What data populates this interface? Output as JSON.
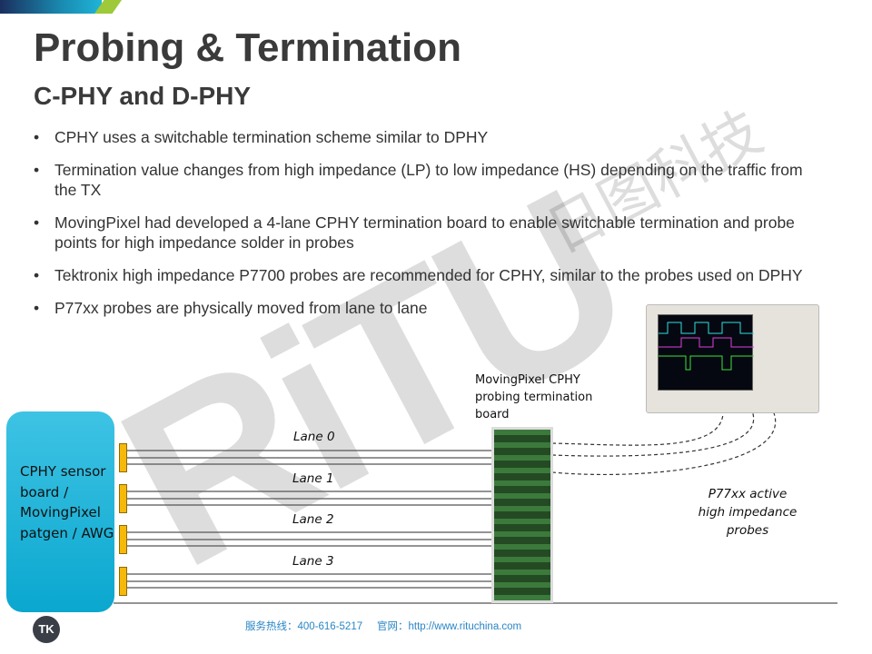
{
  "slide": {
    "title": "Probing & Termination",
    "subtitle": "C-PHY and D-PHY",
    "bullets": [
      "CPHY uses a switchable termination scheme similar to DPHY",
      "Termination value changes from high impedance (LP) to low impedance (HS) depending on the traffic from the TX",
      "MovingPixel had developed a 4-lane CPHY termination board to enable switchable termination and probe points for high impedance solder in probes",
      "Tektronix high impedance P7700 probes are recommended for CPHY, similar to the probes used on DPHY",
      "P77xx probes are physically moved from lane to lane"
    ]
  },
  "diagram": {
    "source_label": "CPHY sensor board / MovingPixel patgen / AWG",
    "lanes": [
      "Lane 0",
      "Lane 1",
      "Lane 2",
      "Lane 3"
    ],
    "board_label": "MovingPixel CPHY probing termination board",
    "probe_label": "P77xx active high impedance probes"
  },
  "watermark": {
    "text": "RiTU",
    "cn": "日图科技"
  },
  "footer": {
    "hotline": "服务热线：400-616-5217",
    "website": "官网：http://www.rituchina.com",
    "logo": "TK"
  }
}
